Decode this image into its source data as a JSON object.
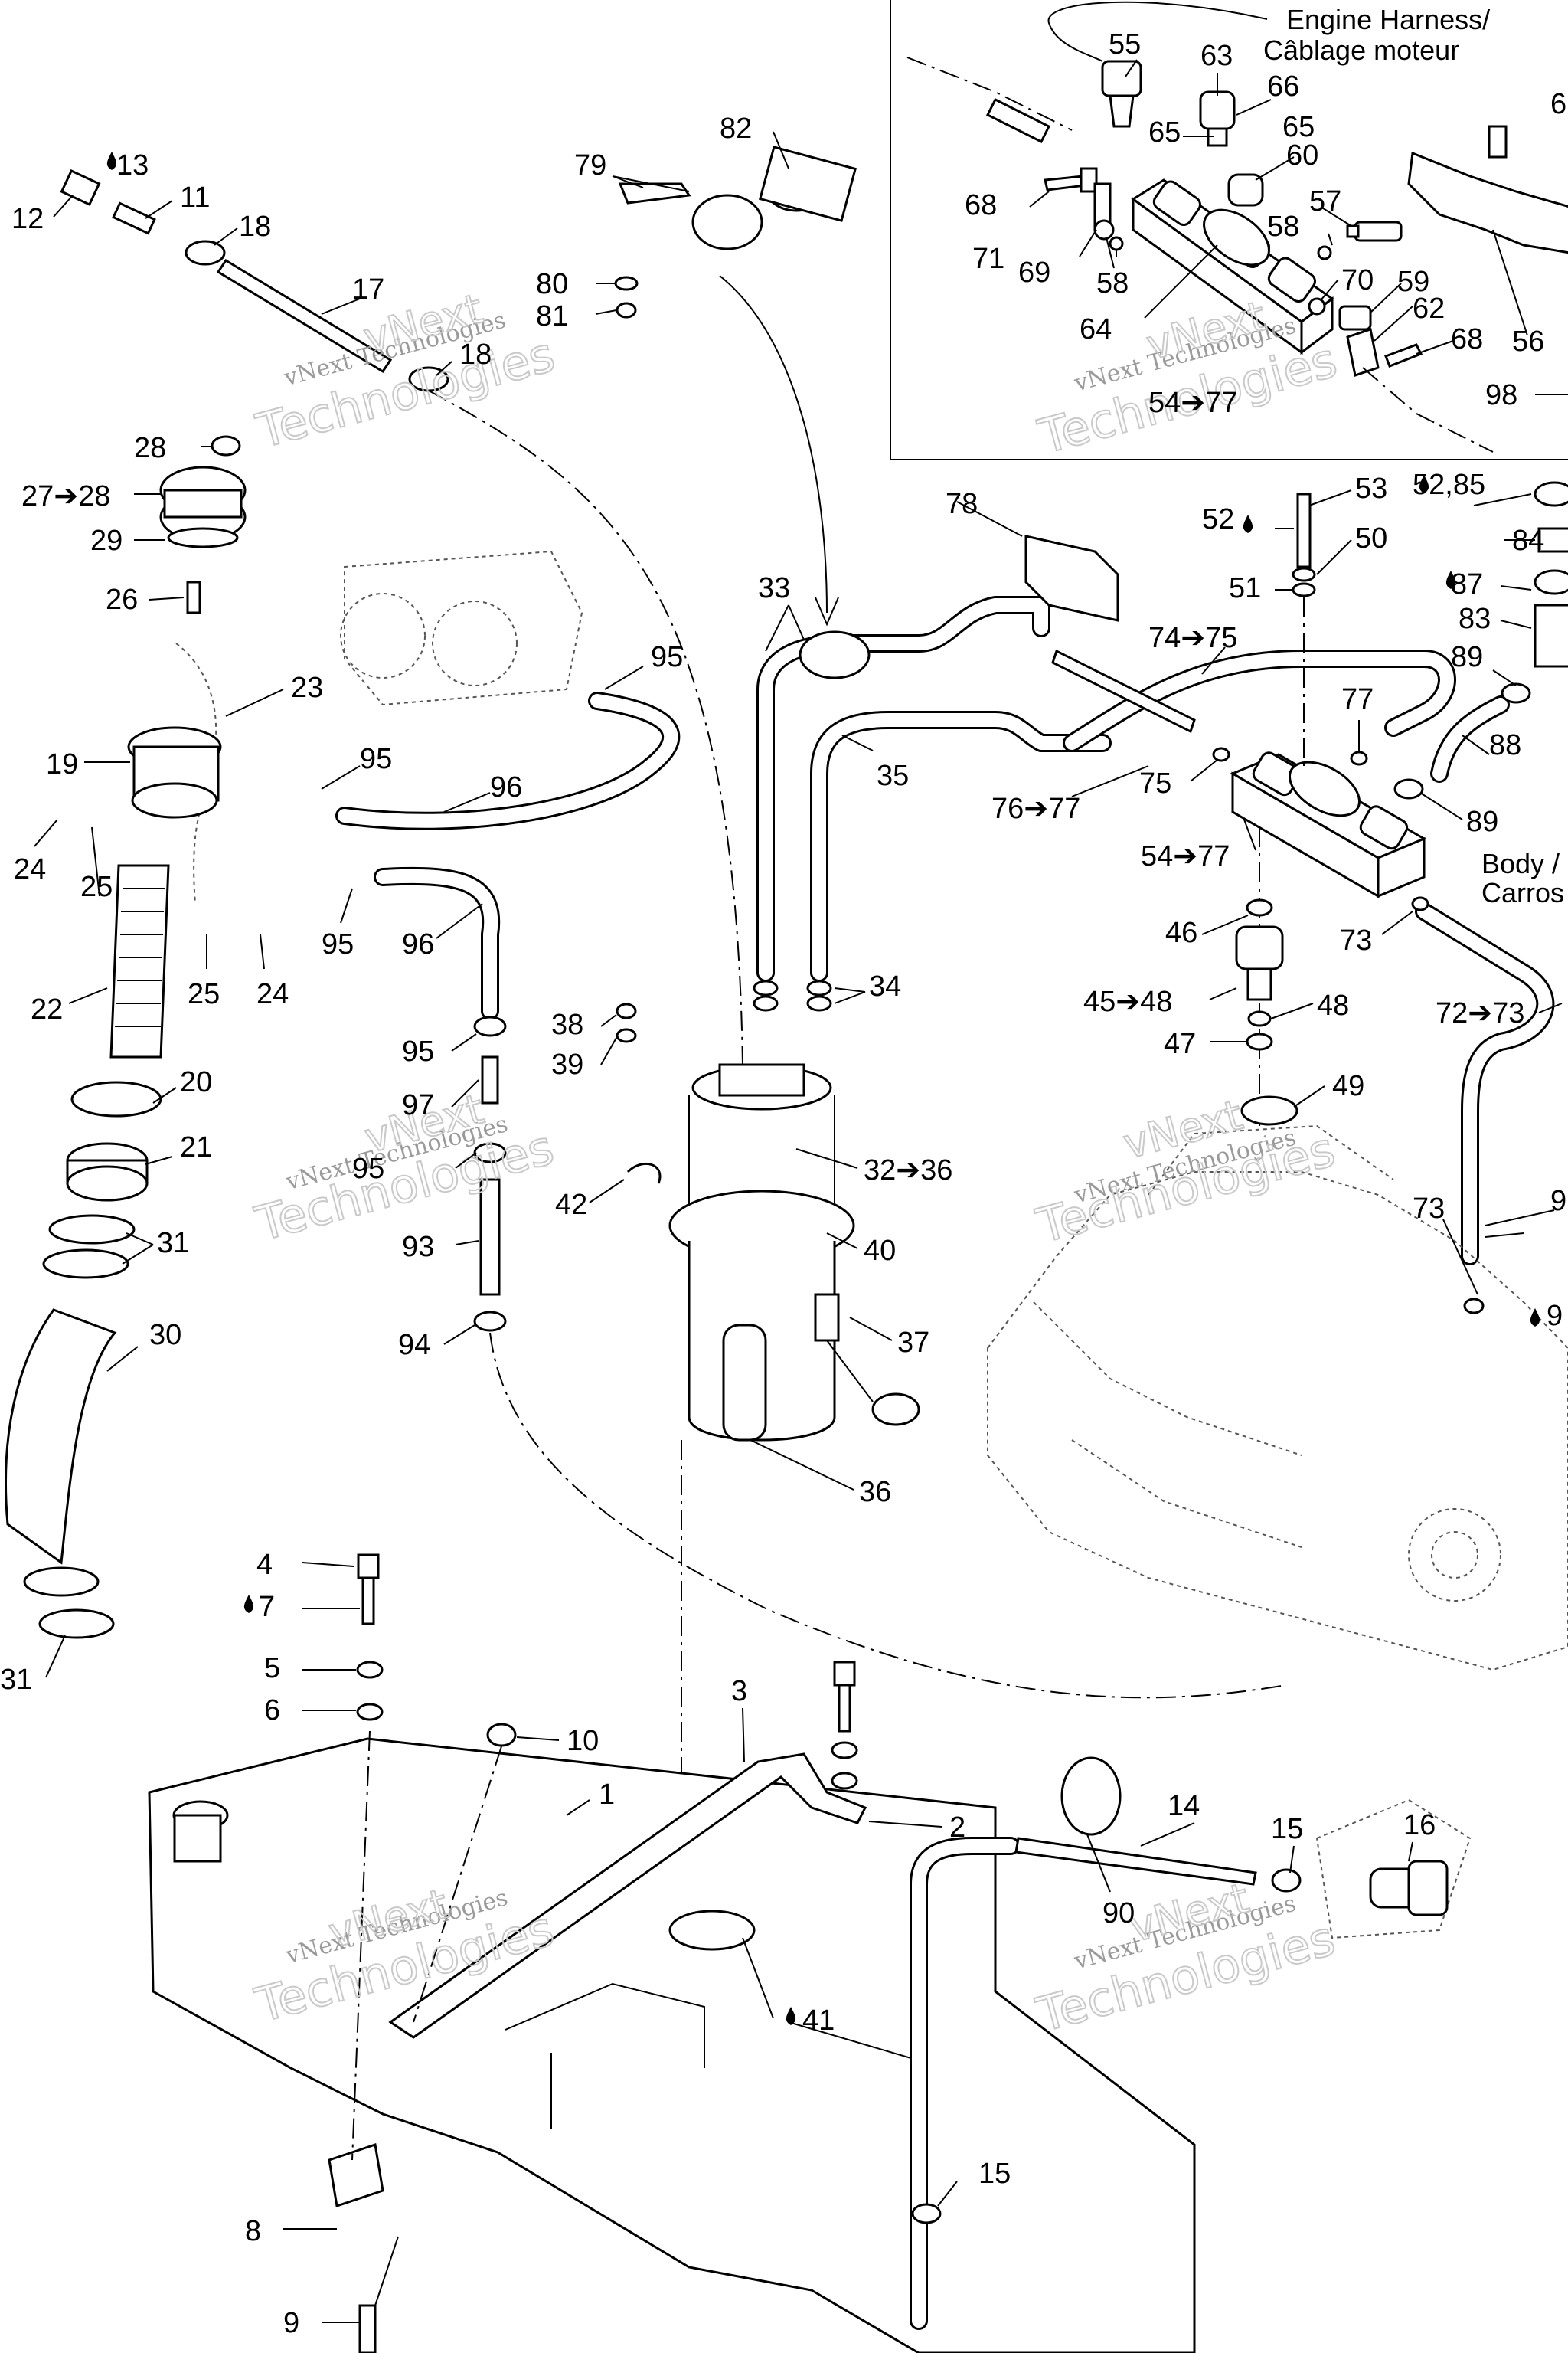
{
  "inset": {
    "harness_label_line1": "Engine Harness/",
    "harness_label_line2": "Câblage moteur"
  },
  "body_label_line1": "Body /",
  "body_label_line2": "Carros",
  "watermark": {
    "line1": "vNext",
    "line2": "Technologies",
    "small": "vNext Technologies"
  },
  "callouts": [
    "55",
    "63",
    "66",
    "65",
    "65",
    "60",
    "68",
    "57",
    "58",
    "71",
    "69",
    "58",
    "70",
    "59",
    "62",
    "64",
    "68",
    "56",
    "54➔77",
    "98",
    "6",
    "82",
    "79",
    "80",
    "81",
    "13",
    "11",
    "12",
    "18",
    "17",
    "18",
    "28",
    "27➔28",
    "29",
    "26",
    "23",
    "19",
    "95",
    "96",
    "95",
    "24",
    "25",
    "22",
    "25",
    "24",
    "95",
    "96",
    "78",
    "33",
    "53",
    "52,85",
    "52",
    "84",
    "50",
    "87",
    "51",
    "83",
    "74➔75",
    "89",
    "77",
    "35",
    "76➔77",
    "75",
    "88",
    "89",
    "54➔77",
    "46",
    "73",
    "45➔48",
    "48",
    "47",
    "49",
    "72➔73",
    "9",
    "34",
    "38",
    "39",
    "95",
    "97",
    "95",
    "93",
    "94",
    "42",
    "32➔36",
    "40",
    "37",
    "36",
    "20",
    "21",
    "31",
    "30",
    "31",
    "73",
    "9",
    "4",
    "7",
    "5",
    "6",
    "10",
    "3",
    "1",
    "2",
    "14",
    "15",
    "16",
    "90",
    "41",
    "15",
    "8",
    "9"
  ]
}
